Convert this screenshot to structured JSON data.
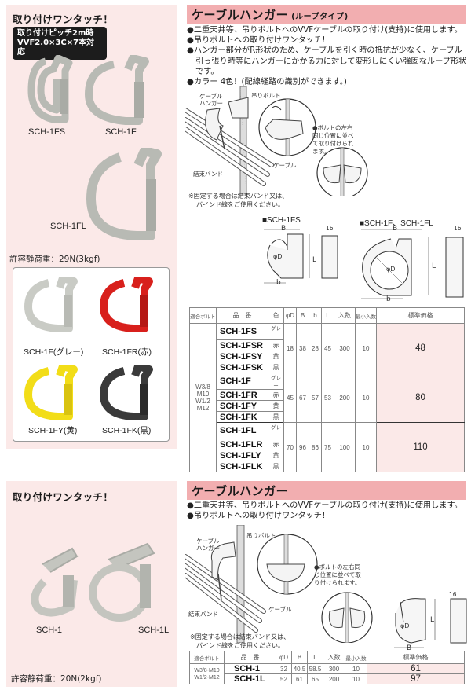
{
  "top": {
    "left_panel": {
      "title": "取り付けワンタッチ！",
      "badge_line1": "取り付けピッチ2m時",
      "badge_line2": "VVF2.0×3C×7本対応",
      "products": [
        {
          "label": "SCH-1FS"
        },
        {
          "label": "SCH-1F"
        },
        {
          "label": "SCH-1FL"
        }
      ],
      "load": "許容静荷重：29N(3kgf)",
      "colors": [
        {
          "label": "SCH-1F(グレー)",
          "hex": "#c9cbc5"
        },
        {
          "label": "SCH-1FR(赤)",
          "hex": "#d8201c"
        },
        {
          "label": "SCH-1FY(黄)",
          "hex": "#f2dd18"
        },
        {
          "label": "SCH-1FK(黒)",
          "hex": "#3a3a3a"
        }
      ]
    },
    "header": {
      "title": "ケーブルハンガー",
      "subtitle": "(ループタイプ)"
    },
    "bullets": [
      "●二重天井等、吊りボルトへのVVFケーブルの取り付け(支持)に使用します。",
      "●吊りボルトへの取り付けワンタッチ！",
      "●ハンガー部分がR形状のため、ケーブルを引く時の抵抗が少なく、ケーブル引っ張り時等にハンガーにかかる力に対して変形しにくい強固なループ形状です。",
      "●カラー 4色！(配線経路の識別ができます。)"
    ],
    "diagram": {
      "label_hanger": "ケーブル\nハンガー",
      "label_bolt": "吊りボルト",
      "label_cable": "ケーブル",
      "label_band": "結束バンド",
      "side_note": "●ボルトの左右同じ位置に並べて取り付けられます。",
      "fix_note_1": "※固定する場合は結束バンド又は、",
      "fix_note_2": "バインド線をご使用ください。"
    },
    "dimensions": {
      "fs_title": "■SCH-1FS",
      "f_title": "■SCH-1F、SCH-1FL",
      "B": "B",
      "b": "b",
      "L": "L",
      "D": "φD",
      "width": "16"
    },
    "table": {
      "headers": [
        "適合ボルト",
        "品　番",
        "色",
        "φD",
        "B",
        "b",
        "L",
        "入数",
        "最小入数",
        "標準価格"
      ],
      "bolt": [
        "W3/8",
        "M10",
        "W1/2",
        "M12"
      ],
      "groups": [
        {
          "D": "18",
          "B": "38",
          "b": "28",
          "L": "45",
          "qty": "300",
          "min": "10",
          "price": "48",
          "rows": [
            {
              "model": "SCH-1FS",
              "color": "グレー"
            },
            {
              "model": "SCH-1FSR",
              "color": "赤"
            },
            {
              "model": "SCH-1FSY",
              "color": "黄"
            },
            {
              "model": "SCH-1FSK",
              "color": "黒"
            }
          ]
        },
        {
          "D": "45",
          "B": "67",
          "b": "57",
          "L": "53",
          "qty": "200",
          "min": "10",
          "price": "80",
          "rows": [
            {
              "model": "SCH-1F",
              "color": "グレー"
            },
            {
              "model": "SCH-1FR",
              "color": "赤"
            },
            {
              "model": "SCH-1FY",
              "color": "黄"
            },
            {
              "model": "SCH-1FK",
              "color": "黒"
            }
          ]
        },
        {
          "D": "70",
          "B": "96",
          "b": "86",
          "L": "75",
          "qty": "100",
          "min": "10",
          "price": "110",
          "rows": [
            {
              "model": "SCH-1FL",
              "color": "グレー"
            },
            {
              "model": "SCH-1FLR",
              "color": "赤"
            },
            {
              "model": "SCH-1FLY",
              "color": "黄"
            },
            {
              "model": "SCH-1FLK",
              "color": "黒"
            }
          ]
        }
      ]
    }
  },
  "bottom": {
    "left_panel": {
      "title": "取り付けワンタッチ！",
      "products": [
        {
          "label": "SCH-1"
        },
        {
          "label": "SCH-1L"
        }
      ],
      "load": "許容静荷重：20N(2kgf)"
    },
    "header": {
      "title": "ケーブルハンガー"
    },
    "bullets": [
      "●二重天井等、吊りボルトへのVVFケーブルの取り付け(支持)に使用します。",
      "●吊りボルトへの取り付けワンタッチ！"
    ],
    "diagram": {
      "label_hanger": "ケーブル\nハンガー",
      "label_bolt": "吊りボルト",
      "label_cable": "ケーブル",
      "label_band": "結束バンド",
      "side_note": "●ボルトの左右同じ位置に並べて取り付けられます。",
      "fix_note_1": "※固定する場合は結束バンド又は、",
      "fix_note_2": "バインド線をご使用ください。"
    },
    "dimensions": {
      "B": "B",
      "L": "L",
      "D": "φD",
      "width": "16"
    },
    "table": {
      "headers": [
        "適合ボルト",
        "品　番",
        "φD",
        "B",
        "L",
        "入数",
        "最小入数",
        "標準価格"
      ],
      "bolt_1": "W3/8-M10",
      "bolt_2": "W1/2-M12",
      "rows": [
        {
          "model": "SCH-1",
          "D": "32",
          "B": "40.5",
          "L": "58.5",
          "qty": "300",
          "min": "10",
          "price": "61"
        },
        {
          "model": "SCH-1L",
          "D": "52",
          "B": "61",
          "L": "65",
          "qty": "200",
          "min": "10",
          "price": "97"
        }
      ]
    }
  }
}
